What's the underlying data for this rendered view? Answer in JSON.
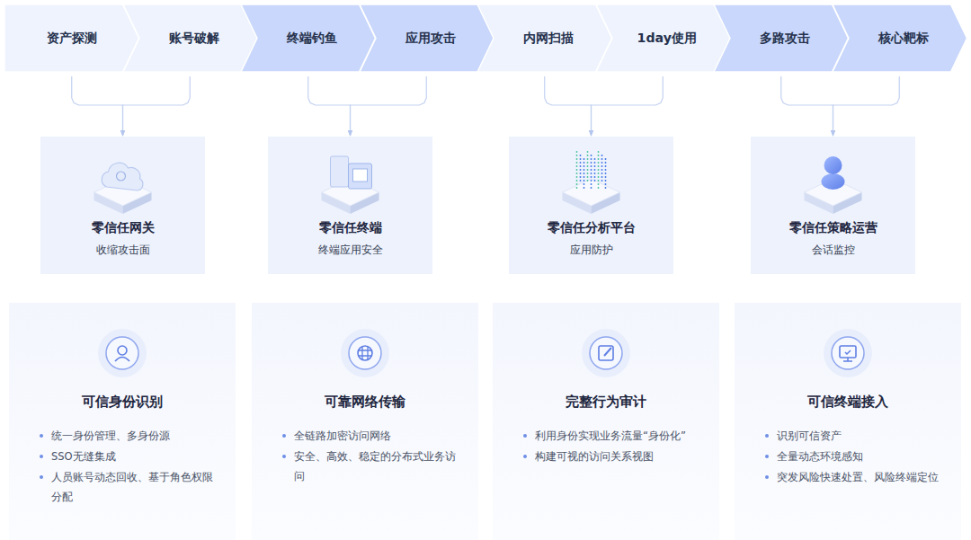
{
  "diagram": {
    "nodes": [
      {
        "text": [
          "资产探测"
        ]
      },
      {
        "text": [
          "账号破解"
        ]
      },
      {
        "text": [
          "终端钓鱼"
        ]
      },
      {
        "text": [
          "应用攻击"
        ]
      },
      {
        "text": [
          "内网扫描"
        ]
      },
      {
        "text": [
          "1day使用"
        ]
      },
      {
        "text": [
          "多路攻击"
        ]
      },
      {
        "text": [
          "核心靶标"
        ]
      },
      {
        "text": [
          "零信任网关",
          "收缩攻击面"
        ]
      },
      {
        "text": [
          "零信任终端",
          "终端应用安全"
        ]
      },
      {
        "text": [
          "零信任分析平台",
          "应用防护"
        ]
      },
      {
        "text": [
          "零信任策略运营",
          "会话监控"
        ]
      },
      {
        "text": [
          "可信身份识别",
          "统一身份管理、多身份源",
          "SSO无缝集成",
          "人员账号动态回收、基于角色权限分配"
        ]
      },
      {
        "text": [
          "可靠网络传输",
          "全链路加密访问网络",
          "安全、高效、稳定的分布式业务访问"
        ]
      },
      {
        "text": [
          "完整行为审计",
          "利用身份实现业务流量“身份化”",
          "构建可视的访问关系视图"
        ]
      },
      {
        "text": [
          "可信终端接入",
          "识别可信资产",
          "全量动态环境感知",
          "突发风险快速处置、风险终端定位"
        ]
      }
    ],
    "edges": [
      {
        "from": 0,
        "to": 8,
        "arrow": "to"
      },
      {
        "from": 1,
        "to": 8,
        "arrow": "to"
      },
      {
        "from": 2,
        "to": 9,
        "arrow": "to"
      },
      {
        "from": 3,
        "to": 9,
        "arrow": "to"
      },
      {
        "from": 4,
        "to": 10,
        "arrow": "to"
      },
      {
        "from": 5,
        "to": 10,
        "arrow": "to"
      },
      {
        "from": 6,
        "to": 11,
        "arrow": "to"
      },
      {
        "from": 7,
        "to": 11,
        "arrow": "to"
      }
    ]
  }
}
